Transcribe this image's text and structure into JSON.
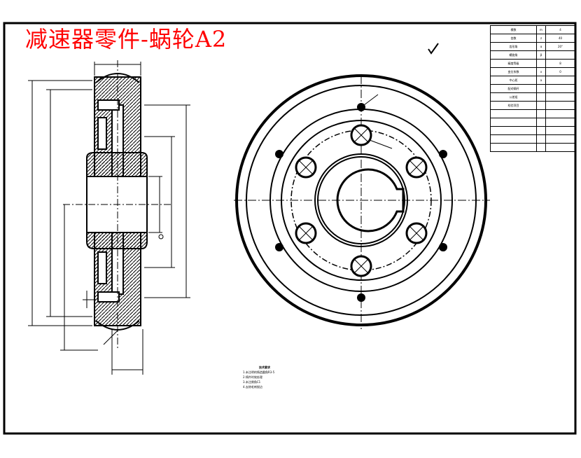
{
  "title": "减速器零件-蜗轮A2",
  "notes": {
    "heading": "技术要求",
    "lines": [
      "1.未注明的铸造圆角R3-5",
      "2.铸件时效处理",
      "3.未注倒角C1",
      "4.去除毛刺锐边"
    ]
  },
  "spec_table": {
    "rows": [
      {
        "name": "模数",
        "symbol": "m",
        "value": "4"
      },
      {
        "name": "齿数",
        "symbol": "z",
        "value": "40"
      },
      {
        "name": "齿形角",
        "symbol": "α",
        "value": "20°"
      },
      {
        "name": "螺旋角",
        "symbol": "β",
        "value": ""
      },
      {
        "name": "精度等级",
        "symbol": "",
        "value": "8"
      },
      {
        "name": "变位系数",
        "symbol": "x",
        "value": "0"
      },
      {
        "name": "中心距",
        "symbol": "a",
        "value": ""
      },
      {
        "name": "配对蜗杆",
        "symbol": "",
        "value": ""
      },
      {
        "name": "公差组",
        "symbol": "",
        "value": ""
      },
      {
        "name": "检验项目",
        "symbol": "",
        "value": ""
      },
      {
        "name": "",
        "symbol": "",
        "value": ""
      },
      {
        "name": "",
        "symbol": "",
        "value": ""
      },
      {
        "name": "",
        "symbol": "",
        "value": ""
      },
      {
        "name": "",
        "symbol": "",
        "value": ""
      },
      {
        "name": "",
        "symbol": "",
        "value": ""
      }
    ]
  },
  "colors": {
    "title": "#ff0000",
    "line": "#000000",
    "background": "#ffffff"
  }
}
